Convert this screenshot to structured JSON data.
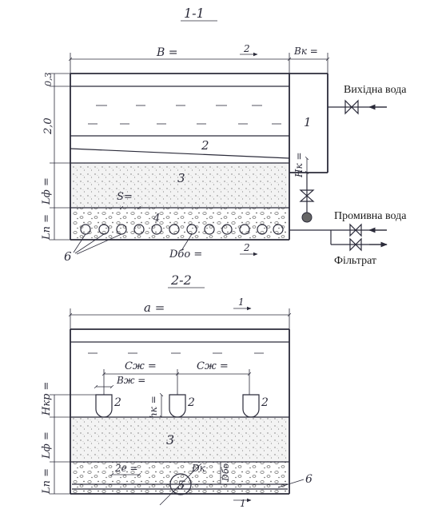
{
  "sections": {
    "s11": {
      "title": "1-1"
    },
    "s22": {
      "title": "2-2"
    }
  },
  "s11": {
    "dim_B": "B =",
    "dim_Bk": "Bк =",
    "mark_2_top": "2",
    "mark_2_bottom": "2",
    "level_03": "0,3",
    "level_20": "2,0",
    "dim_Lf": "Lф =",
    "dim_Ln": "Lп =",
    "dim_Hk": "Hк =",
    "dim_S": "S=",
    "dim_Dbo": "Dбо =",
    "label_1": "1",
    "label_2": "2",
    "label_3": "3",
    "label_4": "4",
    "label_6": "6",
    "outlet_water": "Вихідна вода",
    "wash_water": "Промивна вода",
    "filtrate": "Фільтрат"
  },
  "s22": {
    "dim_a": "a =",
    "mark_1_top": "1",
    "mark_1_bottom": "1",
    "dim_Cj_left": "Cж =",
    "dim_Cj_right": "Cж =",
    "dim_Bj": "Bж =",
    "dim_Hkp": "Hкр =",
    "dim_hk": "hк =",
    "dim_Lf": "Lф =",
    "dim_Ln": "Lп =",
    "dim_2e": "2e =",
    "dim_Dk": "Dк",
    "dim_Dbo": "Dбо",
    "label_2a": "2",
    "label_2b": "2",
    "label_2c": "2",
    "label_3": "3",
    "label_5": "5",
    "label_6": "6"
  }
}
